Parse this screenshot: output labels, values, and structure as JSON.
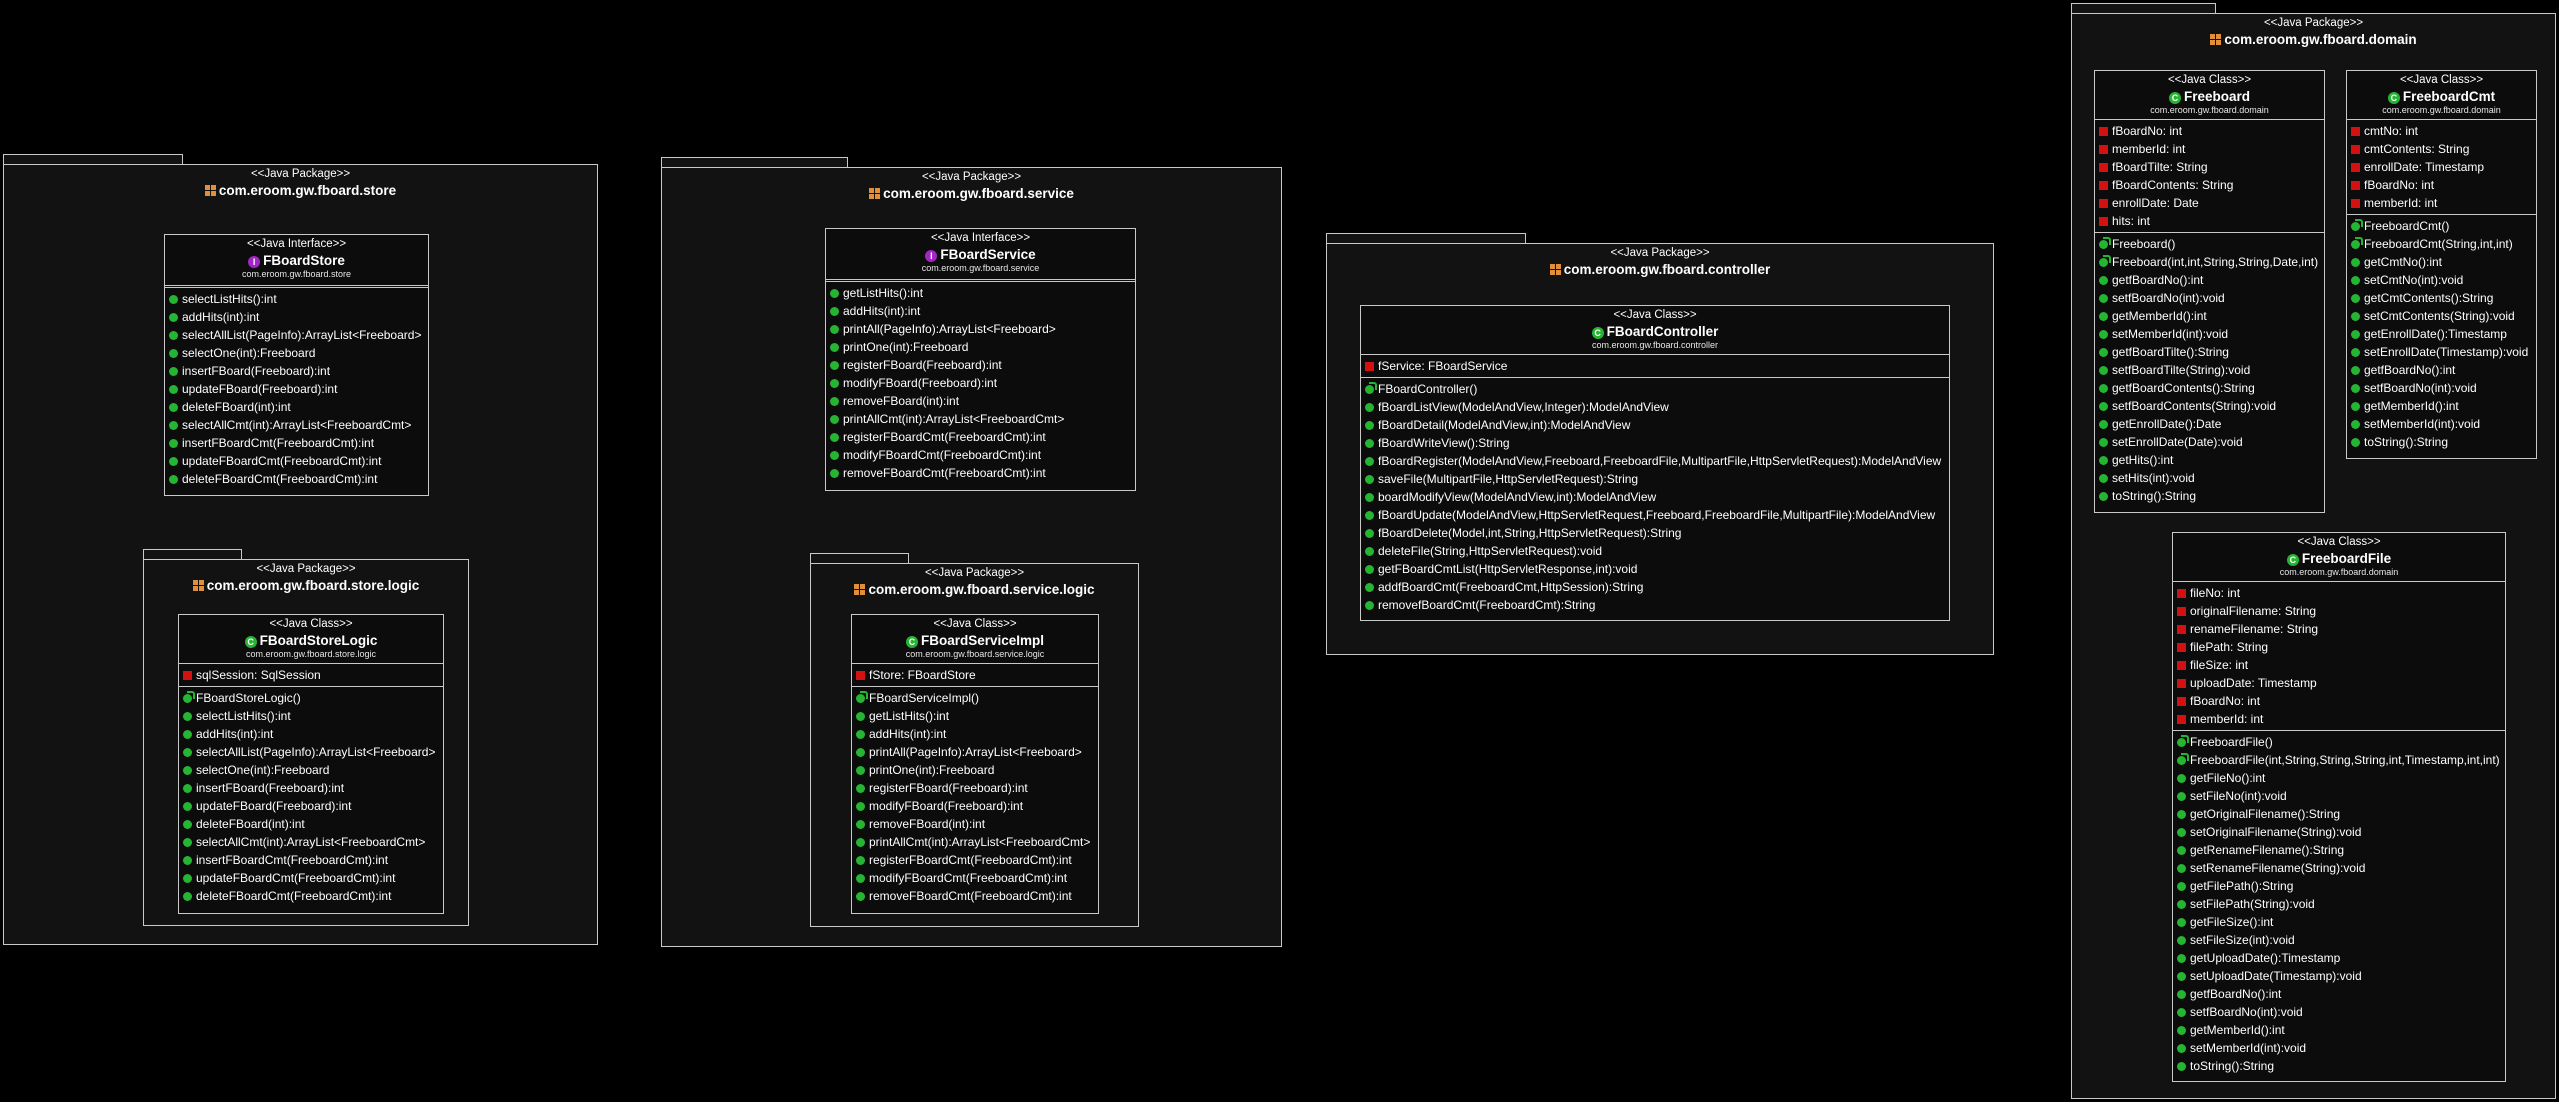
{
  "packages": {
    "store": {
      "stereotype": "<<Java Package>>",
      "name": "com.eroom.gw.fboard.store",
      "interface": {
        "stereotype": "<<Java Interface>>",
        "name": "FBoardStore",
        "package": "com.eroom.gw.fboard.store",
        "methods": [
          "selectListHits():int",
          "addHits(int):int",
          "selectAllList(PageInfo):ArrayList<Freeboard>",
          "selectOne(int):Freeboard",
          "insertFBoard(Freeboard):int",
          "updateFBoard(Freeboard):int",
          "deleteFBoard(int):int",
          "selectAllCmt(int):ArrayList<FreeboardCmt>",
          "insertFBoardCmt(FreeboardCmt):int",
          "updateFBoardCmt(FreeboardCmt):int",
          "deleteFBoardCmt(FreeboardCmt):int"
        ]
      }
    },
    "store_logic": {
      "stereotype": "<<Java Package>>",
      "name": "com.eroom.gw.fboard.store.logic",
      "class": {
        "stereotype": "<<Java Class>>",
        "name": "FBoardStoreLogic",
        "package": "com.eroom.gw.fboard.store.logic",
        "fields": [
          "sqlSession: SqlSession"
        ],
        "constructors": [
          "FBoardStoreLogic()"
        ],
        "methods": [
          "selectListHits():int",
          "addHits(int):int",
          "selectAllList(PageInfo):ArrayList<Freeboard>",
          "selectOne(int):Freeboard",
          "insertFBoard(Freeboard):int",
          "updateFBoard(Freeboard):int",
          "deleteFBoard(int):int",
          "selectAllCmt(int):ArrayList<FreeboardCmt>",
          "insertFBoardCmt(FreeboardCmt):int",
          "updateFBoardCmt(FreeboardCmt):int",
          "deleteFBoardCmt(FreeboardCmt):int"
        ]
      }
    },
    "service": {
      "stereotype": "<<Java Package>>",
      "name": "com.eroom.gw.fboard.service",
      "interface": {
        "stereotype": "<<Java Interface>>",
        "name": "FBoardService",
        "package": "com.eroom.gw.fboard.service",
        "methods": [
          "getListHits():int",
          "addHits(int):int",
          "printAll(PageInfo):ArrayList<Freeboard>",
          "printOne(int):Freeboard",
          "registerFBoard(Freeboard):int",
          "modifyFBoard(Freeboard):int",
          "removeFBoard(int):int",
          "printAllCmt(int):ArrayList<FreeboardCmt>",
          "registerFBoardCmt(FreeboardCmt):int",
          "modifyFBoardCmt(FreeboardCmt):int",
          "removeFBoardCmt(FreeboardCmt):int"
        ]
      }
    },
    "service_logic": {
      "stereotype": "<<Java Package>>",
      "name": "com.eroom.gw.fboard.service.logic",
      "class": {
        "stereotype": "<<Java Class>>",
        "name": "FBoardServiceImpl",
        "package": "com.eroom.gw.fboard.service.logic",
        "fields": [
          "fStore: FBoardStore"
        ],
        "constructors": [
          "FBoardServiceImpl()"
        ],
        "methods": [
          "getListHits():int",
          "addHits(int):int",
          "printAll(PageInfo):ArrayList<Freeboard>",
          "printOne(int):Freeboard",
          "registerFBoard(Freeboard):int",
          "modifyFBoard(Freeboard):int",
          "removeFBoard(int):int",
          "printAllCmt(int):ArrayList<FreeboardCmt>",
          "registerFBoardCmt(FreeboardCmt):int",
          "modifyFBoardCmt(FreeboardCmt):int",
          "removeFBoardCmt(FreeboardCmt):int"
        ]
      }
    },
    "controller": {
      "stereotype": "<<Java Package>>",
      "name": "com.eroom.gw.fboard.controller",
      "class": {
        "stereotype": "<<Java Class>>",
        "name": "FBoardController",
        "package": "com.eroom.gw.fboard.controller",
        "fields": [
          "fService: FBoardService"
        ],
        "constructors": [
          "FBoardController()"
        ],
        "methods": [
          "fBoardListView(ModelAndView,Integer):ModelAndView",
          "fBoardDetail(ModelAndView,int):ModelAndView",
          "fBoardWriteView():String",
          "fBoardRegister(ModelAndView,Freeboard,FreeboardFile,MultipartFile,HttpServletRequest):ModelAndView",
          "saveFile(MultipartFile,HttpServletRequest):String",
          "boardModifyView(ModelAndView,int):ModelAndView",
          "fBoardUpdate(ModelAndView,HttpServletRequest,Freeboard,FreeboardFile,MultipartFile):ModelAndView",
          "fBoardDelete(Model,int,String,HttpServletRequest):String",
          "deleteFile(String,HttpServletRequest):void",
          "getFBoardCmtList(HttpServletResponse,int):void",
          "addfBoardCmt(FreeboardCmt,HttpSession):String",
          "removefBoardCmt(FreeboardCmt):String"
        ]
      }
    },
    "domain": {
      "stereotype": "<<Java Package>>",
      "name": "com.eroom.gw.fboard.domain",
      "freeboard": {
        "stereotype": "<<Java Class>>",
        "name": "Freeboard",
        "package": "com.eroom.gw.fboard.domain",
        "fields": [
          "fBoardNo: int",
          "memberId: int",
          "fBoardTilte: String",
          "fBoardContents: String",
          "enrollDate: Date",
          "hits: int"
        ],
        "constructors": [
          "Freeboard()",
          "Freeboard(int,int,String,String,Date,int)"
        ],
        "methods": [
          "getfBoardNo():int",
          "setfBoardNo(int):void",
          "getMemberId():int",
          "setMemberId(int):void",
          "getfBoardTilte():String",
          "setfBoardTilte(String):void",
          "getfBoardContents():String",
          "setfBoardContents(String):void",
          "getEnrollDate():Date",
          "setEnrollDate(Date):void",
          "getHits():int",
          "setHits(int):void",
          "toString():String"
        ]
      },
      "freeboard_cmt": {
        "stereotype": "<<Java Class>>",
        "name": "FreeboardCmt",
        "package": "com.eroom.gw.fboard.domain",
        "fields": [
          "cmtNo: int",
          "cmtContents: String",
          "enrollDate: Timestamp",
          "fBoardNo: int",
          "memberId: int"
        ],
        "constructors": [
          "FreeboardCmt()",
          "FreeboardCmt(String,int,int)"
        ],
        "methods": [
          "getCmtNo():int",
          "setCmtNo(int):void",
          "getCmtContents():String",
          "setCmtContents(String):void",
          "getEnrollDate():Timestamp",
          "setEnrollDate(Timestamp):void",
          "getfBoardNo():int",
          "setfBoardNo(int):void",
          "getMemberId():int",
          "setMemberId(int):void",
          "toString():String"
        ]
      },
      "freeboard_file": {
        "stereotype": "<<Java Class>>",
        "name": "FreeboardFile",
        "package": "com.eroom.gw.fboard.domain",
        "fields": [
          "fileNo: int",
          "originalFilename: String",
          "renameFilename: String",
          "filePath: String",
          "fileSize: int",
          "uploadDate: Timestamp",
          "fBoardNo: int",
          "memberId: int"
        ],
        "constructors": [
          "FreeboardFile()",
          "FreeboardFile(int,String,String,String,int,Timestamp,int,int)"
        ],
        "methods": [
          "getFileNo():int",
          "setFileNo(int):void",
          "getOriginalFilename():String",
          "setOriginalFilename(String):void",
          "getRenameFilename():String",
          "setRenameFilename(String):void",
          "getFilePath():String",
          "setFilePath(String):void",
          "getFileSize():int",
          "setFileSize(int):void",
          "getUploadDate():Timestamp",
          "setUploadDate(Timestamp):void",
          "getfBoardNo():int",
          "setfBoardNo(int):void",
          "getMemberId():int",
          "setMemberId(int):void",
          "toString():String"
        ]
      }
    }
  }
}
